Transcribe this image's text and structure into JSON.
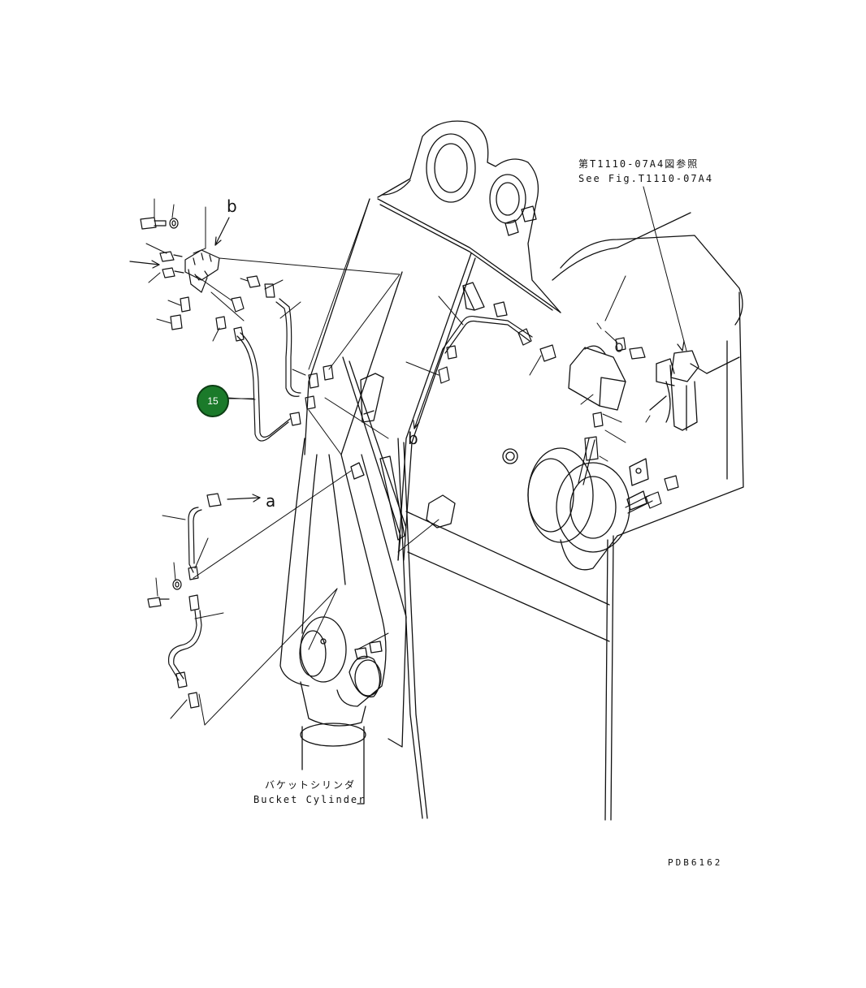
{
  "reference_note": {
    "japanese": "第T1110-07A4図参照",
    "english": "See Fig.T1110-07A4"
  },
  "callout_letters": {
    "b_upper": "b",
    "b_lower": "b",
    "a": "a"
  },
  "part_badge": {
    "number": "15",
    "color": "#1b7a2a"
  },
  "bucket_cylinder_label": {
    "japanese": "バケットシリンダ",
    "english": "Bucket Cylinder"
  },
  "drawing_code": "PDB6162"
}
